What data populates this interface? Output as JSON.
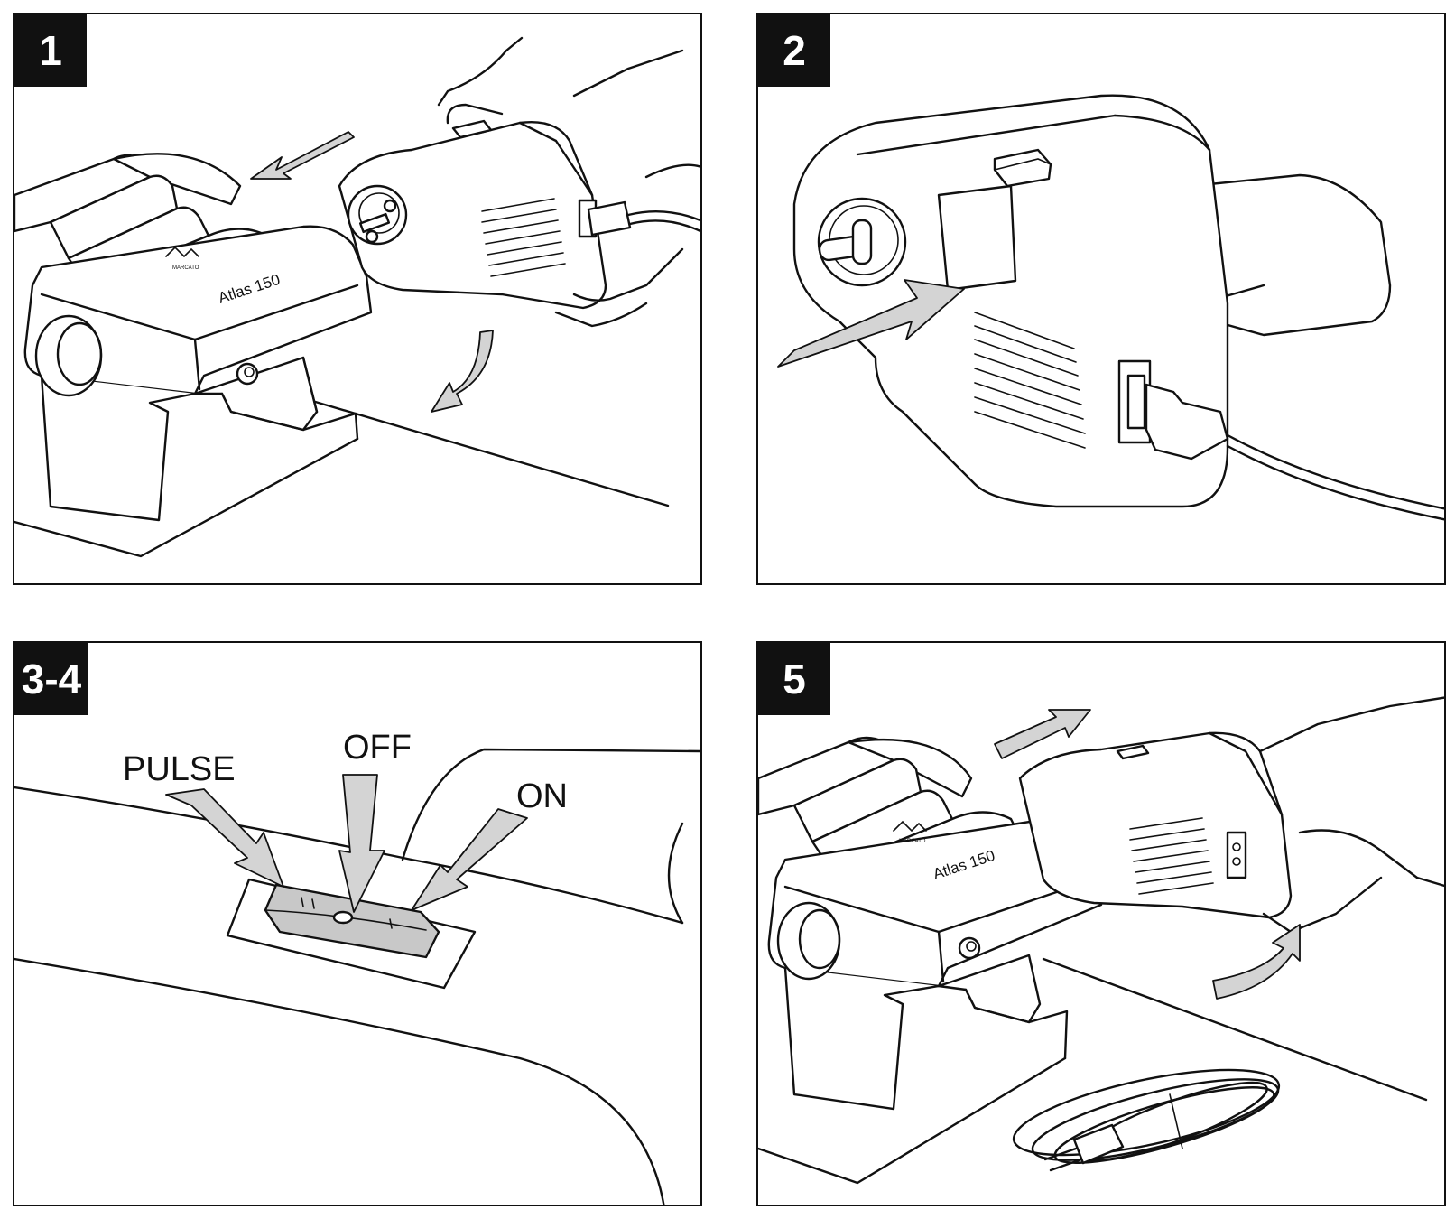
{
  "panels": [
    {
      "step": "1"
    },
    {
      "step": "2"
    },
    {
      "step": "3-4"
    },
    {
      "step": "5"
    }
  ],
  "machine": {
    "model": "Atlas 150",
    "brand": "MARCATO"
  },
  "switch_labels": {
    "pulse": "PULSE",
    "off": "OFF",
    "on": "ON"
  },
  "colors": {
    "ink": "#111111",
    "arrow_fill": "#d4d4d4",
    "switch_fill": "#c8c8c8",
    "background": "#ffffff"
  }
}
